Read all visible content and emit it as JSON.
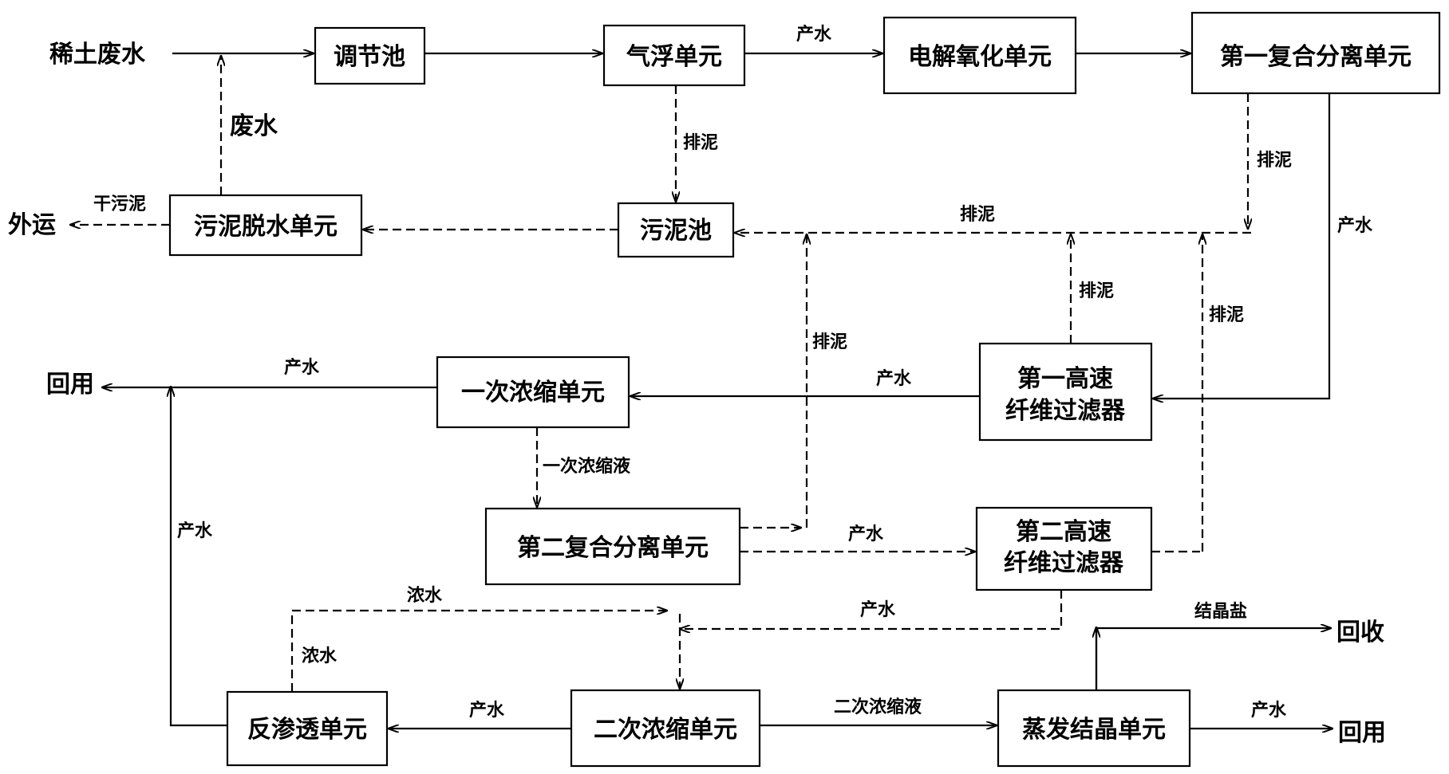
{
  "units": {
    "adjust_tank": "调节池",
    "air_flotation": "气浮单元",
    "electrolytic_oxidation": "电解氧化单元",
    "first_composite_separation": "第一复合分离单元",
    "sludge_dewatering": "污泥脱水单元",
    "sludge_tank": "污泥池",
    "first_concentration": "一次浓缩单元",
    "first_fiber_filter": [
      "第一高速",
      "纤维过滤器"
    ],
    "second_composite_separation": "第二复合分离单元",
    "second_fiber_filter": [
      "第二高速",
      "纤维过滤器"
    ],
    "reverse_osmosis": "反渗透单元",
    "second_concentration": "二次浓缩单元",
    "evaporation_crystallization": "蒸发结晶单元"
  },
  "endpoints": {
    "rare_earth_wastewater": "稀土废水",
    "transport_out": "外运",
    "reuse_top": "回用",
    "recover": "回收",
    "reuse_bottom": "回用"
  },
  "labels": {
    "product_water": "产水",
    "sludge_discharge": "排泥",
    "wastewater": "废水",
    "dry_sludge": "干污泥",
    "primary_concentrate": "一次浓缩液",
    "secondary_concentrate": "二次浓缩液",
    "concentrated_water": "浓水",
    "crystal_salt": "结晶盐"
  }
}
